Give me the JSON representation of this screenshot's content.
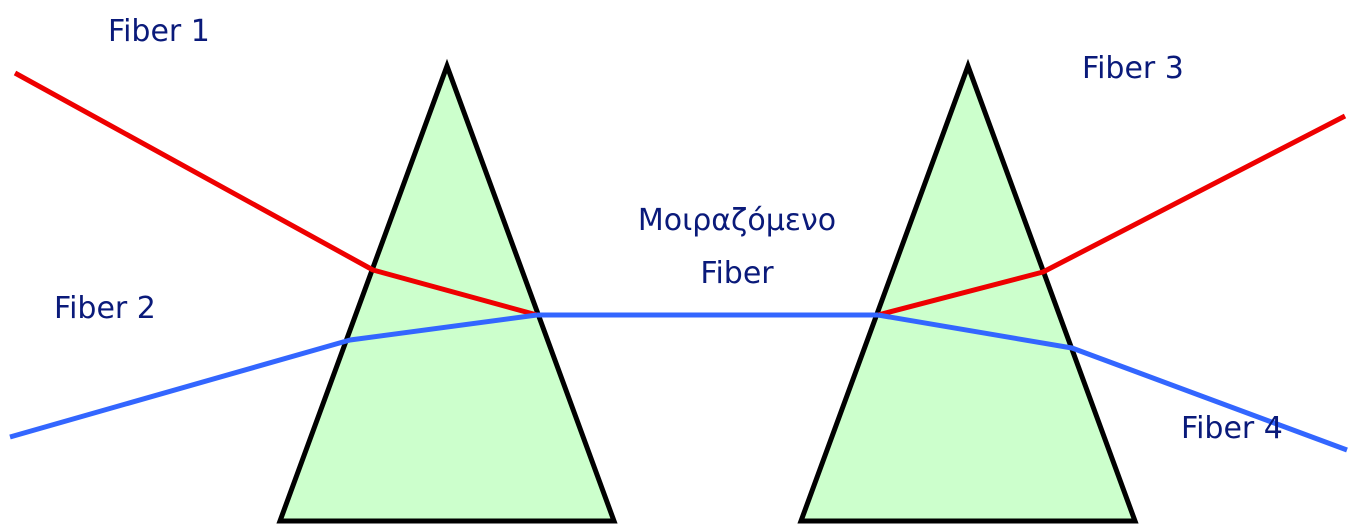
{
  "labels": {
    "fiber_1": "Fiber 1",
    "fiber_2": "Fiber 2",
    "fiber_3": "Fiber 3",
    "fiber_4": "Fiber 4",
    "shared_line1": "Μοιραζόμενο",
    "shared_line2": "Fiber"
  },
  "colors": {
    "prism_fill": "#ccffcc",
    "prism_stroke": "#000000",
    "red_beam": "#ee0000",
    "blue_beam": "#3366ff",
    "label_text": "#0a1a7a"
  }
}
